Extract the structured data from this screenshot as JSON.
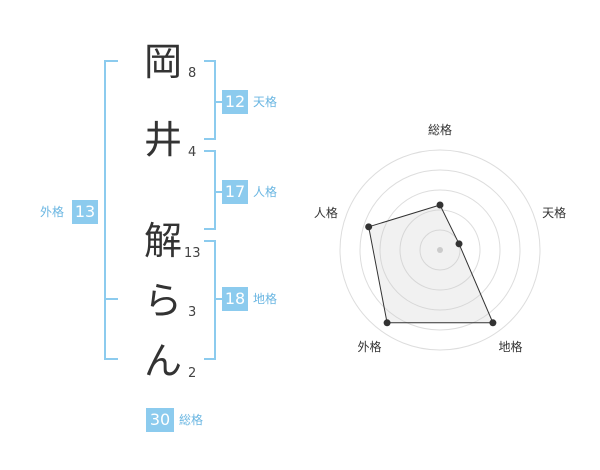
{
  "name_chars": [
    "岡",
    "井",
    "解",
    "ら",
    "ん"
  ],
  "strokes": [
    "8",
    "4",
    "13",
    "3",
    "2"
  ],
  "kaku": {
    "tenkaku": {
      "value": "12",
      "label": "天格"
    },
    "jinkaku": {
      "value": "17",
      "label": "人格"
    },
    "chikaku": {
      "value": "18",
      "label": "地格"
    },
    "gaikaku": {
      "value": "13",
      "label": "外格"
    },
    "soukaku": {
      "value": "30",
      "label": "総格"
    }
  },
  "colors": {
    "accent": "#8ccbee",
    "label": "#6ab6e2",
    "text": "#333333"
  },
  "chart_data": {
    "type": "radar",
    "axes": [
      "総格",
      "天格",
      "地格",
      "外格",
      "人格"
    ],
    "values": [
      0.45,
      0.2,
      0.9,
      0.9,
      0.75
    ],
    "rings": 5,
    "max": 1
  }
}
